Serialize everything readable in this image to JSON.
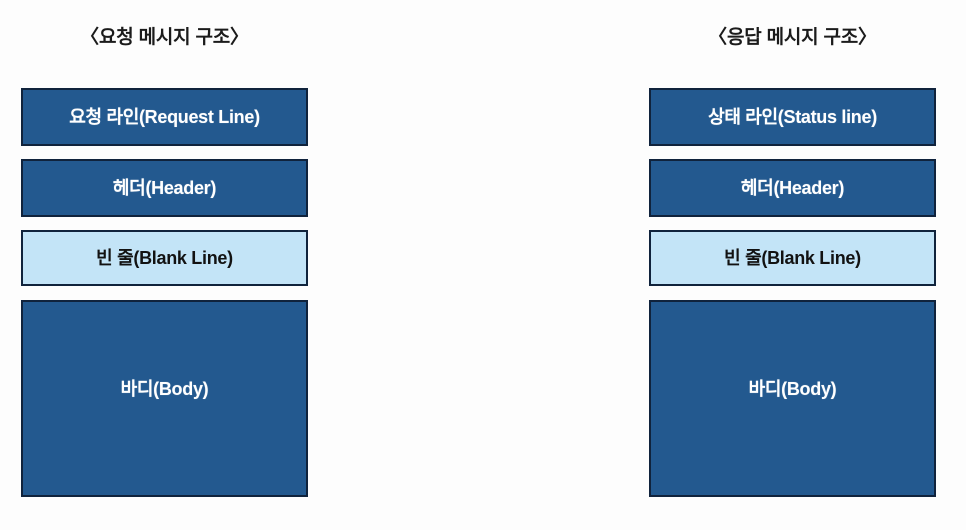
{
  "diagram": {
    "title_request": "〈요청 메시지 구조〉",
    "title_response": "〈응답 메시지 구조〉",
    "colors": {
      "dark_blue": "#23598f",
      "light_blue": "#c3e4f7",
      "border": "#10233c",
      "background": "#fdfdfd",
      "dark_text": "#ffffff",
      "light_text": "#121212",
      "title_text": "#1b1b1b"
    },
    "request": {
      "title": "〈요청 메시지 구조〉",
      "rows": [
        {
          "label": "요청 라인(Request Line)",
          "fill": "dark"
        },
        {
          "label": "헤더(Header)",
          "fill": "dark"
        },
        {
          "label": "빈 줄(Blank Line)",
          "fill": "light"
        },
        {
          "label": "바디(Body)",
          "fill": "dark"
        }
      ]
    },
    "response": {
      "title": "〈응답 메시지 구조〉",
      "rows": [
        {
          "label": "상태 라인(Status line)",
          "fill": "dark"
        },
        {
          "label": "헤더(Header)",
          "fill": "dark"
        },
        {
          "label": "빈 줄(Blank Line)",
          "fill": "light"
        },
        {
          "label": "바디(Body)",
          "fill": "dark"
        }
      ]
    }
  }
}
